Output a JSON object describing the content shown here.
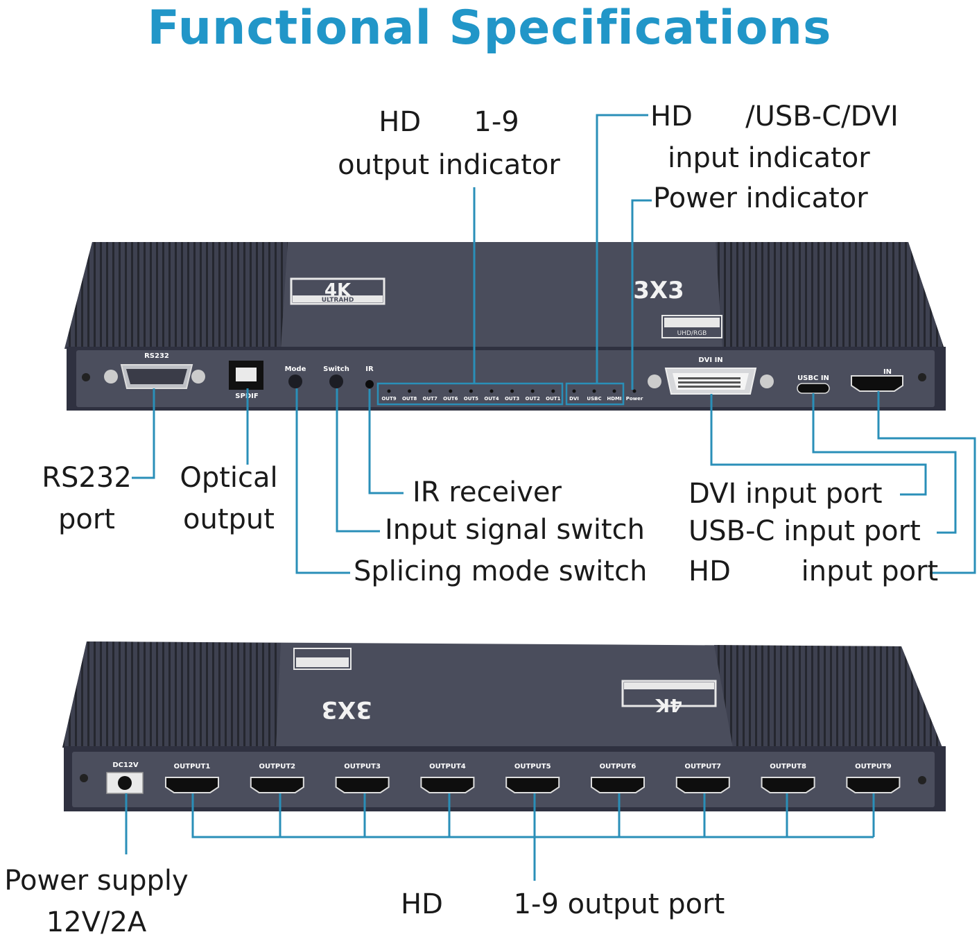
{
  "title": "Functional Specifications",
  "labels": {
    "hdmi_output_indicator": [
      "HD      1-9",
      "output indicator"
    ],
    "input_indicator": [
      "HD      /USB-C/DVI",
      "input indicator"
    ],
    "power_indicator": "Power indicator",
    "rs232_port": [
      "RS232",
      "port"
    ],
    "optical_output": [
      "Optical",
      "output"
    ],
    "ir_receiver": "IR receiver",
    "input_signal_switch": "Input signal switch",
    "splicing_mode_switch": "Splicing mode switch",
    "dvi_input_port": "DVI input port",
    "usbc_input_port": "USB-C input port",
    "hdmi_input_port": "HD        input port",
    "power_supply": [
      "Power supply",
      "12V/2A"
    ],
    "hdmi_output_port": "HD        1-9 output port"
  },
  "device_front": {
    "badge_4k": "4K",
    "badge_ultrahd": "ULTRAHD",
    "model": "3X3",
    "badge_small": "UHD/RGB",
    "rs232": "RS232",
    "spdif": "SPDIF",
    "mode": "Mode",
    "switch": "Switch",
    "ir": "IR",
    "out_leds": [
      "OUT9",
      "OUT8",
      "OUT7",
      "OUT6",
      "OUT5",
      "OUT4",
      "OUT3",
      "OUT2",
      "OUT1"
    ],
    "in_leds": [
      "DVI",
      "USBC",
      "HDMI",
      "Power"
    ],
    "dvi_in": "DVI IN",
    "usbc_in": "USBC IN",
    "hdmi_in": "IN"
  },
  "device_back": {
    "dc": "DC12V",
    "outputs": [
      "OUTPUT1",
      "OUTPUT2",
      "OUTPUT3",
      "OUTPUT4",
      "OUTPUT5",
      "OUTPUT6",
      "OUTPUT7",
      "OUTPUT8",
      "OUTPUT9"
    ]
  },
  "colors": {
    "title": "#2196c8",
    "callout_line": "#2a8fb8",
    "device": "#4a4d5c"
  }
}
